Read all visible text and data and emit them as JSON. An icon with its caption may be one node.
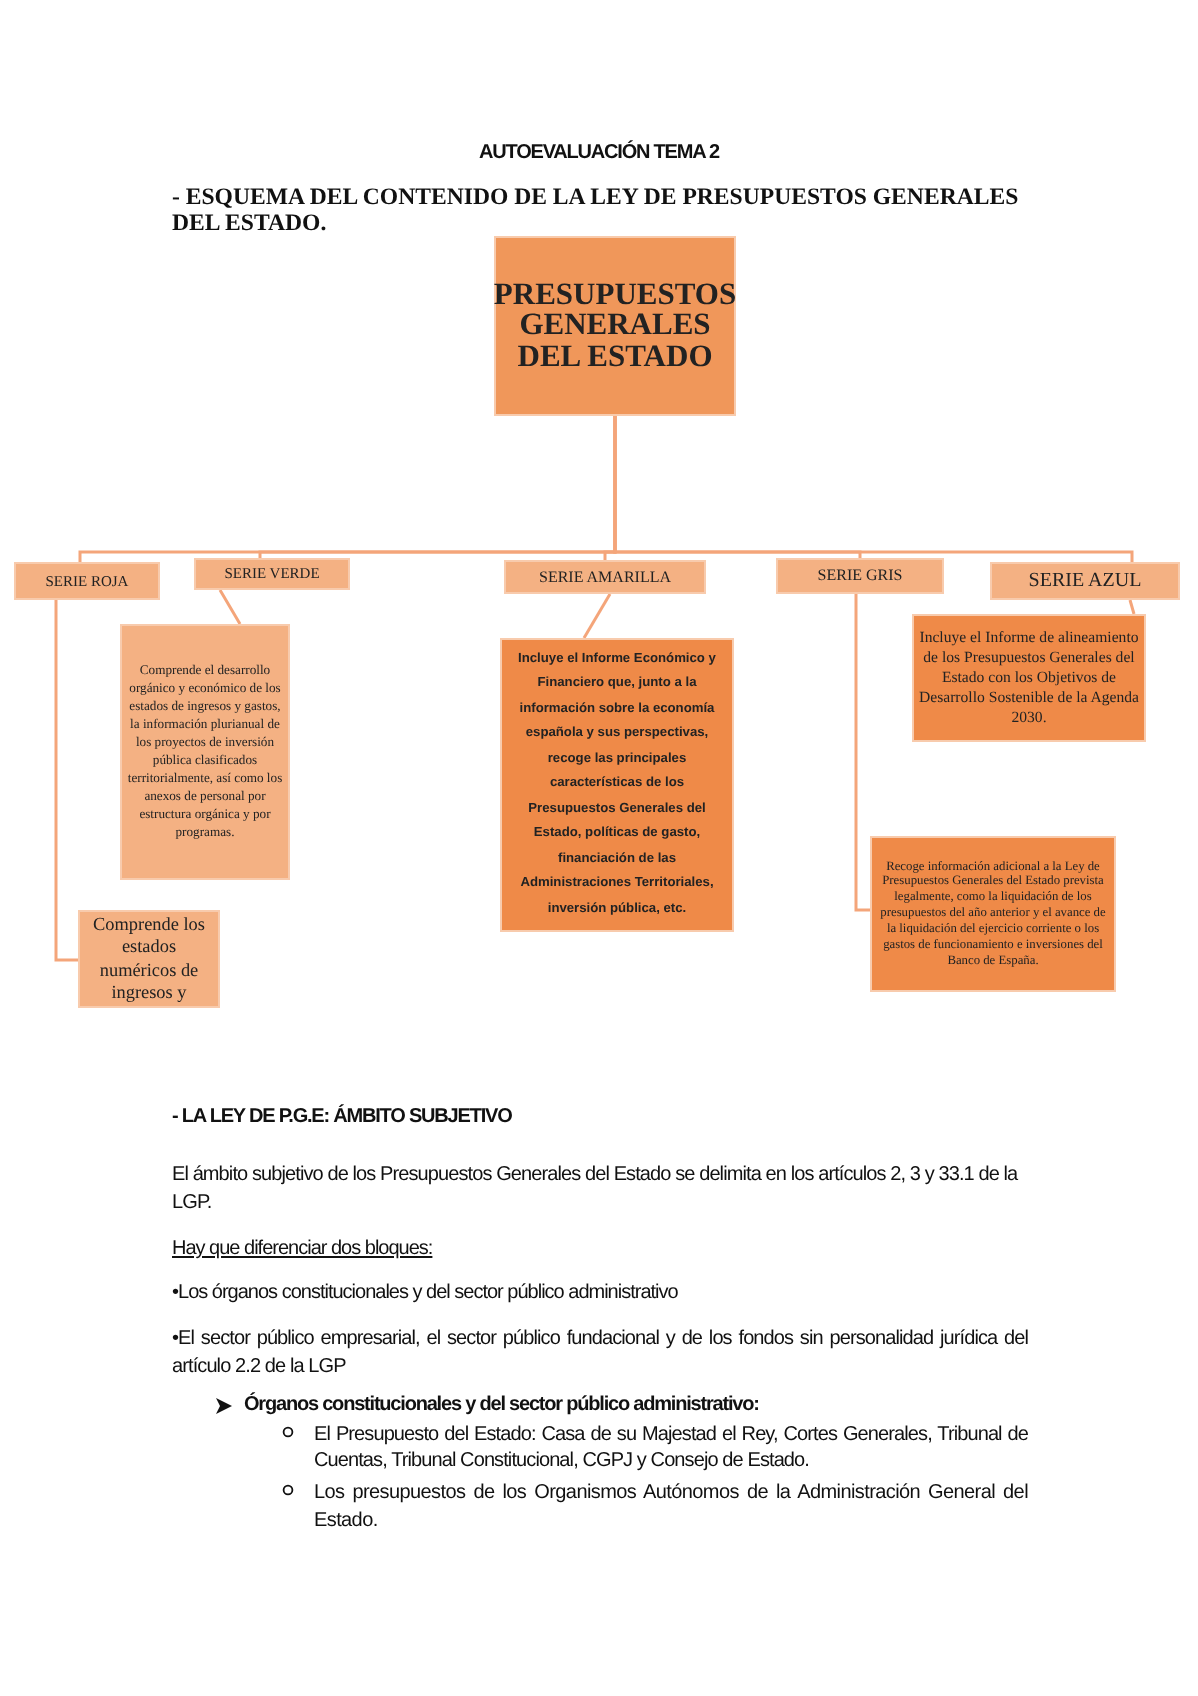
{
  "diagram": {
    "title": "AUTOEVALUACIÓN TEMA 2",
    "nodes": [
      {
        "text": [
          "PRESUPUESTOS GENERALES DEL ESTADO"
        ]
      },
      {
        "text": [
          "SERIE ROJA"
        ]
      },
      {
        "text": [
          "SERIE VERDE"
        ]
      },
      {
        "text": [
          "SERIE AMARILLA"
        ]
      },
      {
        "text": [
          "SERIE GRIS"
        ]
      },
      {
        "text": [
          "SERIE AZUL"
        ]
      },
      {
        "text": [
          "Comprende el desarrollo orgánico y económico de los estados de ingresos y gastos, la información plurianual de los proyectos de inversión pública clasificados territorialmente, así como los anexos de personal por estructura orgánica y por programas."
        ]
      },
      {
        "text": [
          "Incluye el Informe Económico y Financiero que, junto a la información sobre la economía española y sus perspectivas, recoge las principales características de los Presupuestos Generales del Estado, políticas de gasto, financiación de las Administraciones Territoriales, inversión pública, etc."
        ]
      },
      {
        "text": [
          "Incluye el Informe de alineamiento de los Presupuestos Generales del Estado con los Objetivos de Desarrollo Sostenible de la Agenda 2030."
        ]
      },
      {
        "text": [
          "Recoge información adicional a la Ley de Presupuestos Generales del Estado prevista legalmente, como la liquidación de los presupuestos del año anterior y el avance de la liquidación del ejercicio corriente o los gastos de funcionamiento e inversiones del Banco de España."
        ]
      },
      {
        "text": [
          "Comprende los estados numéricos de ingresos y"
        ]
      }
    ],
    "edges": [
      {
        "from": 0,
        "to": 1,
        "arrow": "none"
      },
      {
        "from": 0,
        "to": 2,
        "arrow": "none"
      },
      {
        "from": 0,
        "to": 3,
        "arrow": "none"
      },
      {
        "from": 0,
        "to": 4,
        "arrow": "none"
      },
      {
        "from": 0,
        "to": 5,
        "arrow": "none"
      },
      {
        "from": 2,
        "to": 6,
        "arrow": "none"
      },
      {
        "from": 3,
        "to": 7,
        "arrow": "none"
      },
      {
        "from": 5,
        "to": 8,
        "arrow": "none"
      },
      {
        "from": 4,
        "to": 9,
        "arrow": "none"
      },
      {
        "from": 1,
        "to": 10,
        "arrow": "none"
      }
    ],
    "labels": [
      "- ESQUEMA DEL CONTENIDO DE LA LEY DE PRESUPUESTOS GENERALES DEL ESTADO.",
      "- LA LEY DE P.G.E: ÁMBITO SUBJETIVO",
      "El ámbito subjetivo de los Presupuestos Generales del Estado se delimita en los artículos 2, 3 y 33.1 de la LGP.",
      "Hay que diferenciar dos bloques:",
      "•Los órganos constitucionales y del sector público administrativo",
      "•El sector público empresarial, el sector público fundacional y de los fondos sin personalidad jurídica del artículo 2.2 de la LGP",
      "Órganos constitucionales y del sector público administrativo:",
      "El Presupuesto del Estado: Casa de su Majestad el Rey, Cortes Generales, Tribunal de Cuentas, Tribunal Constitucional, CGPJ y Consejo de Estado.",
      "Los presupuestos de los Organismos Autónomos de la Administración General del Estado."
    ]
  }
}
